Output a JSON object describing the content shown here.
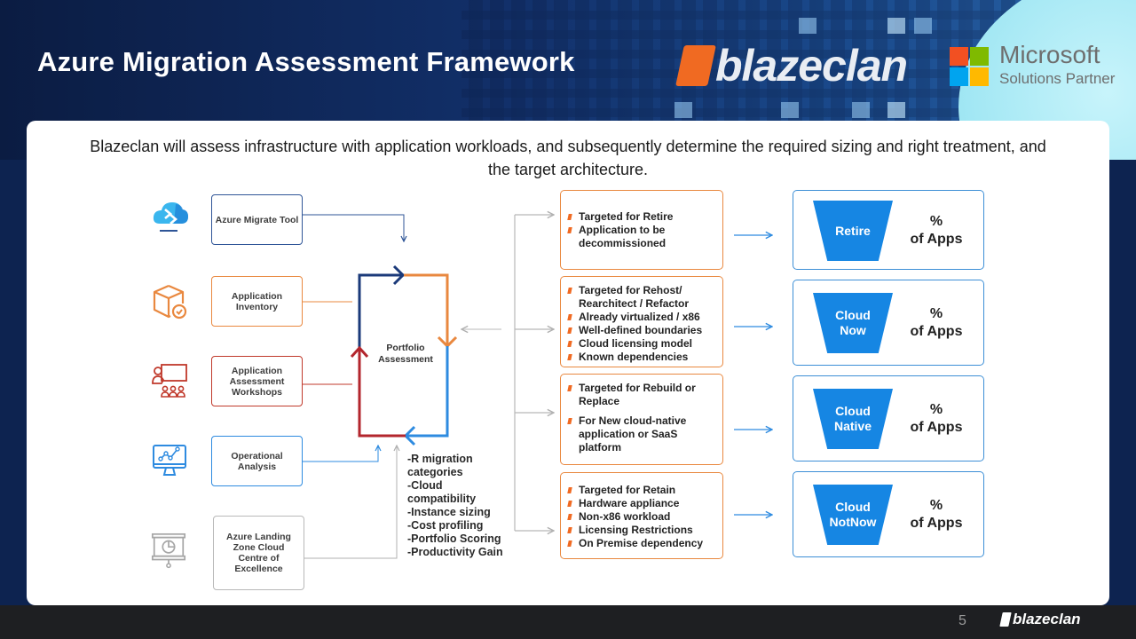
{
  "header": {
    "title": "Azure Migration Assessment Framework",
    "brand_name": "blazeclan",
    "partner_line1": "Microsoft",
    "partner_line2": "Solutions Partner",
    "ms_logo_colors": [
      "#f25022",
      "#7fba00",
      "#00a4ef",
      "#ffb900"
    ]
  },
  "subtitle": "Blazeclan will assess infrastructure with application workloads, and subsequently determine the required sizing and right treatment, and the target architecture.",
  "colors": {
    "orange": "#f06a22",
    "blue": "#1686e3",
    "navy": "#1b3a7a",
    "red": "#b3262d",
    "gray": "#a6a6a6"
  },
  "sources": [
    {
      "label": "Azure Migrate Tool",
      "icon": "azure-migrate-cloud-icon",
      "color": "#2f5597"
    },
    {
      "label": "Application Inventory",
      "icon": "package-check-icon",
      "color": "#e9883f"
    },
    {
      "label": "Application Assessment Workshops",
      "icon": "presenter-audience-icon",
      "color": "#c0392b"
    },
    {
      "label": "Operational Analysis",
      "icon": "monitor-chart-icon",
      "color": "#2e8be0"
    },
    {
      "label": "Azure Landing Zone Cloud Centre of Excellence",
      "icon": "presentation-pie-icon",
      "color": "#a6a6a6"
    }
  ],
  "loop": {
    "label": "Portfolio Assessment",
    "categories": [
      "-R migration",
      "categories",
      "-Cloud",
      "compatibility",
      "-Instance sizing",
      "-Cost profiling",
      "-Portfolio Scoring",
      "-Productivity Gain"
    ]
  },
  "treatments": [
    {
      "items": [
        {
          "text": "Targeted for Retire",
          "bullet": true
        },
        {
          "text": "Application to be decommissioned",
          "bullet": true
        }
      ]
    },
    {
      "items": [
        {
          "text": "Targeted for Rehost/ Rearchitect / Refactor",
          "bullet": true
        },
        {
          "text": "Already virtualized / x86",
          "bullet": true
        },
        {
          "text": "Well-defined boundaries",
          "bullet": true
        },
        {
          "text": "Cloud licensing model",
          "bullet": true
        },
        {
          "text": "Known dependencies",
          "bullet": true
        }
      ]
    },
    {
      "items": [
        {
          "text": "Targeted for Rebuild or Replace",
          "bullet": true
        },
        {
          "text": "For New cloud-native application or SaaS platform",
          "bullet": true
        }
      ]
    },
    {
      "items": [
        {
          "text": "Targeted for Retain",
          "bullet": true
        },
        {
          "text": "Hardware appliance",
          "bullet": true
        },
        {
          "text": "Non-x86 workload",
          "bullet": true
        },
        {
          "text": "Licensing Restrictions",
          "bullet": true
        },
        {
          "text": "On Premise dependency",
          "bullet": true
        }
      ]
    }
  ],
  "results": [
    {
      "funnel": "Retire",
      "pct_symbol": "%",
      "pct_label": "of Apps"
    },
    {
      "funnel": "Cloud Now",
      "pct_symbol": "%",
      "pct_label": "of Apps"
    },
    {
      "funnel": "Cloud Native",
      "pct_symbol": "%",
      "pct_label": "of Apps"
    },
    {
      "funnel": "Cloud NotNow",
      "pct_symbol": "%",
      "pct_label": "of Apps"
    }
  ],
  "footer": {
    "page_number": "5",
    "brand_name": "blazeclan"
  }
}
